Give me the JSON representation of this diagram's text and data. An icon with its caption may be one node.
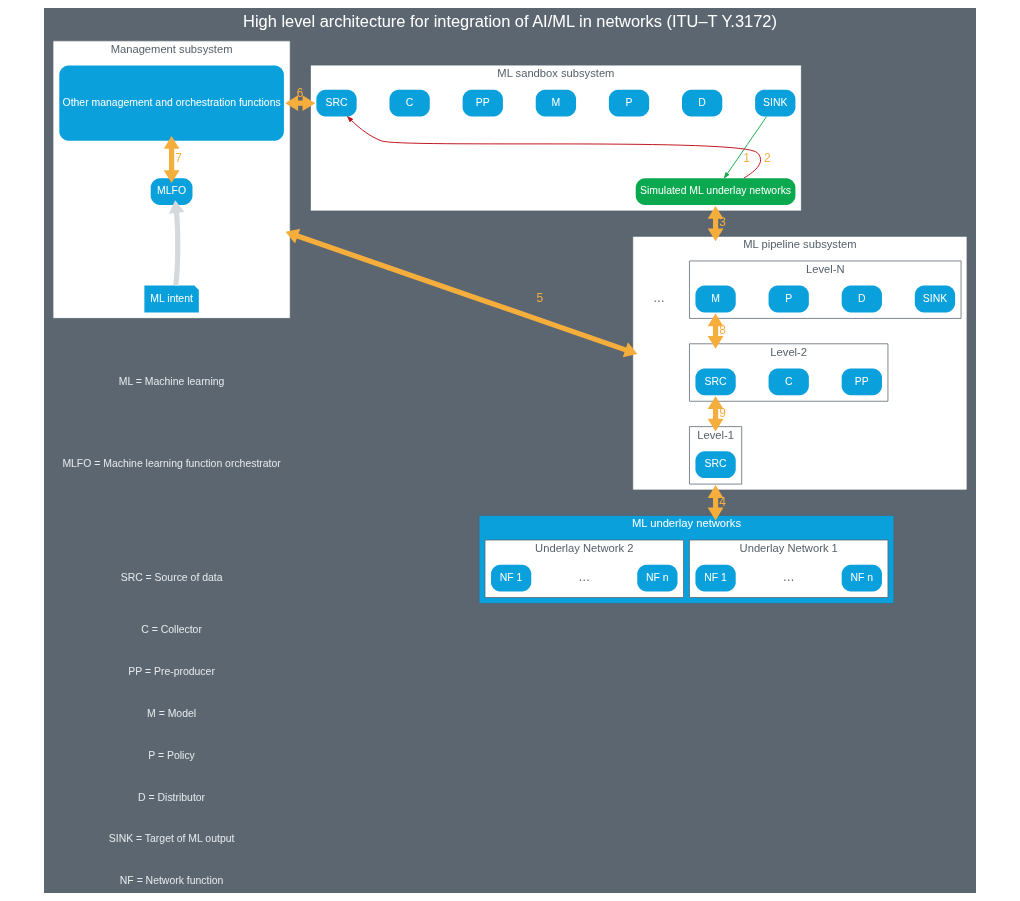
{
  "diagram": {
    "title": "High level architecture for integration of AI/ML in networks (ITU–T Y.3172)",
    "nodes": [
      {
        "text": [
          "Management subsystem"
        ]
      },
      {
        "text": [
          "Other management and orchestration functions"
        ],
        "in": 0
      },
      {
        "text": [
          "MLFO"
        ],
        "in": 0
      },
      {
        "text": [
          "ML intent"
        ],
        "in": 0
      },
      {
        "text": [
          "ML sandbox subsystem"
        ]
      },
      {
        "text": [
          "SRC"
        ],
        "in": 4
      },
      {
        "text": [
          "C"
        ],
        "in": 4
      },
      {
        "text": [
          "PP"
        ],
        "in": 4
      },
      {
        "text": [
          "M"
        ],
        "in": 4
      },
      {
        "text": [
          "P"
        ],
        "in": 4
      },
      {
        "text": [
          "D"
        ],
        "in": 4
      },
      {
        "text": [
          "SINK"
        ],
        "in": 4
      },
      {
        "text": [
          "Simulated ML underlay networks"
        ],
        "in": 4
      },
      {
        "text": [
          "ML pipeline subsystem"
        ]
      },
      {
        "text": [
          "Level-N"
        ],
        "in": 13
      },
      {
        "text": [
          "M"
        ],
        "in": 14
      },
      {
        "text": [
          "P"
        ],
        "in": 14
      },
      {
        "text": [
          "D"
        ],
        "in": 14
      },
      {
        "text": [
          "SINK"
        ],
        "in": 14
      },
      {
        "text": [
          "Level-2"
        ],
        "in": 13
      },
      {
        "text": [
          "SRC"
        ],
        "in": 19
      },
      {
        "text": [
          "C"
        ],
        "in": 19
      },
      {
        "text": [
          "PP"
        ],
        "in": 19
      },
      {
        "text": [
          "Level-1"
        ],
        "in": 13
      },
      {
        "text": [
          "SRC"
        ],
        "in": 23
      },
      {
        "text": [
          "ML underlay networks"
        ]
      },
      {
        "text": [
          "Underlay Network 1"
        ],
        "in": 25
      },
      {
        "text": [
          "NF 1"
        ],
        "in": 26
      },
      {
        "text": [
          "NF n"
        ],
        "in": 26
      },
      {
        "text": [
          "Underlay Network 2"
        ],
        "in": 25
      },
      {
        "text": [
          "NF 1"
        ],
        "in": 29
      },
      {
        "text": [
          "NF n"
        ],
        "in": 29
      }
    ],
    "edges": [
      {
        "from": 11,
        "to": 12,
        "arrow": "to",
        "label": "1",
        "color": "#1aa84a"
      },
      {
        "from": 12,
        "to": 5,
        "arrow": "to",
        "label": "2",
        "color": "#c0121b"
      },
      {
        "from": 4,
        "to": 13,
        "arrow": "both",
        "label": "3"
      },
      {
        "from": 13,
        "to": 25,
        "arrow": "both",
        "label": "4"
      },
      {
        "from": 0,
        "to": 13,
        "arrow": "both",
        "label": "5"
      },
      {
        "from": 0,
        "to": 4,
        "arrow": "both",
        "label": "6"
      },
      {
        "from": 1,
        "to": 2,
        "arrow": "both",
        "label": "7"
      },
      {
        "from": 14,
        "to": 19,
        "arrow": "both",
        "label": "8"
      },
      {
        "from": 19,
        "to": 23,
        "arrow": "both",
        "label": "9"
      },
      {
        "from": 3,
        "to": 2,
        "arrow": "to",
        "color": "#d5d9dc"
      }
    ],
    "labels": [
      "…",
      "…",
      "…",
      "ML = Machine learning",
      "MLFO = Machine learning function orchestrator",
      "SRC = Source of data",
      "C = Collector",
      "PP = Pre-producer",
      "M = Model",
      "P = Policy",
      "D = Distributor",
      "SINK = Target of ML output",
      "NF = Network function"
    ]
  }
}
